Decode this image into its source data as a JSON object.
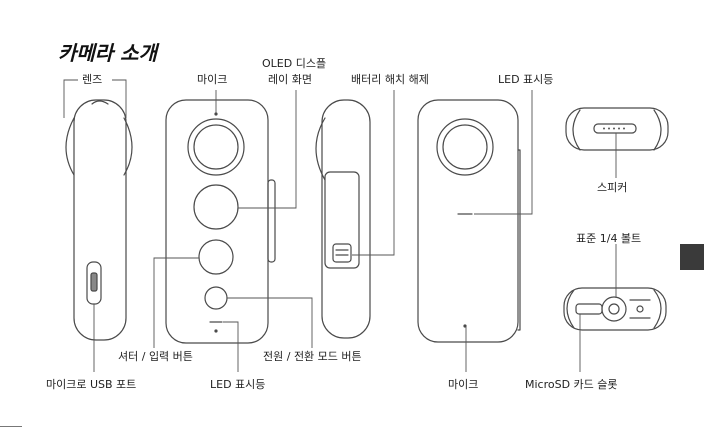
{
  "title": "카메라 소개",
  "colors": {
    "outline": "#4a4a4a",
    "line": "#555555",
    "tab": "#3a3a3a"
  },
  "labels": {
    "lens": "렌즈",
    "mic_top": "마이크",
    "oled_line1": "OLED 디스플",
    "oled_line2": "레이 화면",
    "battery_latch": "배터리 해치 해제",
    "led_top": "LED 표시등",
    "speaker": "스피커",
    "tripod": "표준 1/4 볼트",
    "shutter": "셔터 / 입력 버튼",
    "power_mode": "전원 / 전환 모드 버튼",
    "micro_usb": "마이크로 USB 포트",
    "led_bottom": "LED 표시등",
    "mic_bottom": "마이크",
    "microsd": "MicroSD 카드 슬롯"
  }
}
